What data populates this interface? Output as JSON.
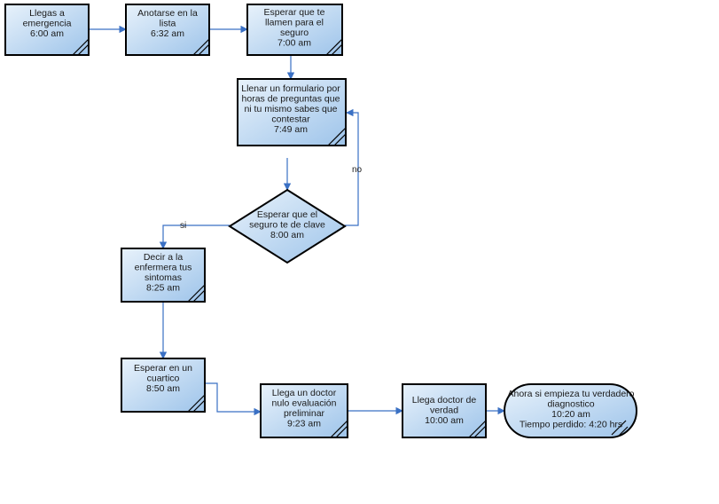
{
  "colors": {
    "fill_light": "#e8f2fb",
    "fill_dark": "#9ec4ea",
    "border": "#000000",
    "connector": "#3a70c4",
    "text": "#1a1a1a"
  },
  "nodes": {
    "llegas": {
      "lines": [
        "Llegas a",
        "emergencia",
        "6:00 am"
      ]
    },
    "anotarse": {
      "lines": [
        "Anotarse en la",
        "lista",
        "6:32 am"
      ]
    },
    "esperar_seguro": {
      "lines": [
        "Esperar que te",
        "llamen para el",
        "seguro",
        "7:00 am"
      ]
    },
    "llenar": {
      "lines": [
        "Llenar un formulario por",
        "horas de preguntas que",
        "ni tu mismo sabes que",
        "contestar",
        "7:49 am"
      ]
    },
    "clave": {
      "lines": [
        "Esperar que el",
        "seguro te de clave",
        "8:00 am"
      ]
    },
    "decir": {
      "lines": [
        "Decir a la",
        "enfermera tus",
        "sintomas",
        "8:25 am"
      ]
    },
    "cuartico": {
      "lines": [
        "Esperar en un",
        "cuartico",
        "8:50 am"
      ]
    },
    "doctor_nulo": {
      "lines": [
        "Llega un doctor",
        "nulo evaluación",
        "preliminar",
        "9:23 am"
      ]
    },
    "doctor_verdad": {
      "lines": [
        "Llega doctor de",
        "verdad",
        "10:00 am"
      ]
    },
    "final": {
      "lines": [
        "Ahora si empieza tu verdadero",
        "diagnostico",
        "10:20 am",
        "Tiempo perdido: 4:20 hrs"
      ]
    }
  },
  "edge_labels": {
    "no": "no",
    "si": "si"
  }
}
